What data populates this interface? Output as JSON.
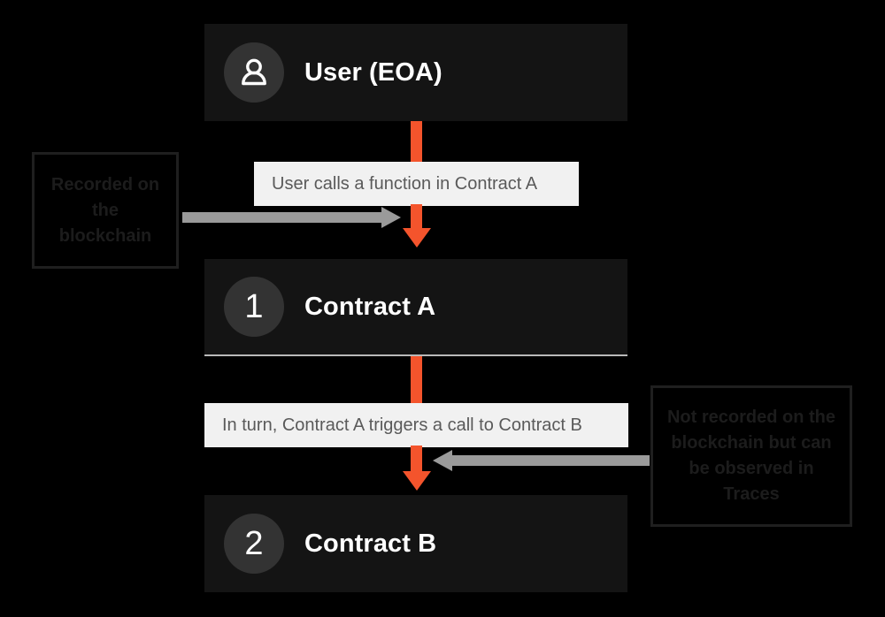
{
  "diagram": {
    "title": "Contract call flow",
    "background_color": "#000000",
    "accent_color": "#f4542c",
    "connector_color": "#9a9a9a",
    "card_color": "#141414",
    "badge_color": "#333333",
    "caption_background": "#f1f1f1"
  },
  "nodes": [
    {
      "id": "user",
      "badge_type": "person-icon",
      "badge_label": "",
      "title": "User (EOA)"
    },
    {
      "id": "contract-a",
      "badge_type": "number",
      "badge_label": "1",
      "title": "Contract A"
    },
    {
      "id": "contract-b",
      "badge_type": "number",
      "badge_label": "2",
      "title": "Contract B"
    }
  ],
  "captions": [
    {
      "id": "caption-1",
      "text": "User calls a function in Contract A"
    },
    {
      "id": "caption-2",
      "text": "In turn, Contract A triggers a call to Contract B"
    }
  ],
  "notes": [
    {
      "id": "note-recorded",
      "text": "Recorded on the blockchain",
      "points_to": "caption-1",
      "arrow_direction": "right"
    },
    {
      "id": "note-not-recorded",
      "text": "Not recorded on the blockchain but can be observed in Traces",
      "points_to": "caption-2",
      "arrow_direction": "left"
    }
  ]
}
